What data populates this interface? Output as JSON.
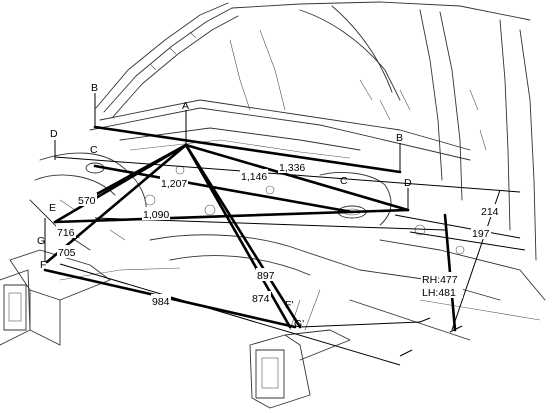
{
  "points": {
    "A": "A",
    "B_left": "B",
    "B_right": "B",
    "C_left": "C",
    "C_right": "C",
    "D_left": "D",
    "D_right": "D",
    "E": "E",
    "F": "F",
    "F_prime": "F'",
    "G": "G",
    "G_prime": "G'"
  },
  "dimensions": {
    "d1336": "1,336",
    "d1146": "1,146",
    "d1207": "1,207",
    "d570": "570",
    "d1090": "1,090",
    "d716": "716",
    "d705": "705",
    "d897": "897",
    "d874": "874",
    "d984": "984",
    "d214": "214",
    "d197": "197",
    "rh": "RH:477",
    "lh": "LH:481"
  }
}
